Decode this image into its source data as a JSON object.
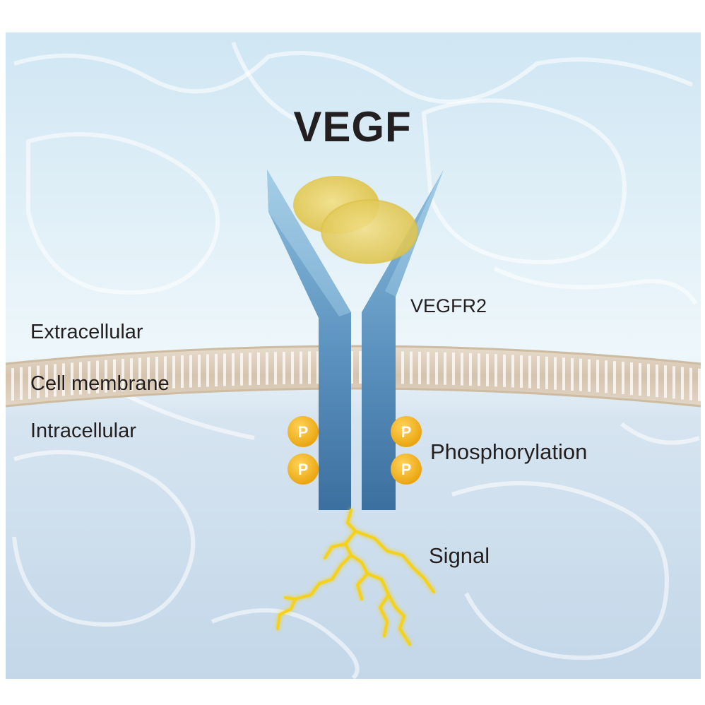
{
  "title": "VEGF",
  "labels": {
    "receptor": "VEGFR2",
    "extracellular": "Extracellular",
    "membrane": "Cell membrane",
    "intracellular": "Intracellular",
    "phosphorylation": "Phosphorylation",
    "signal": "Signal",
    "phosphate": "P"
  },
  "colors": {
    "extracellular_bg": "#d8ecf6",
    "intracellular_bg": "#ccddec",
    "membrane": "#d8c9b5",
    "receptor_top": "#a7cde6",
    "receptor_bottom": "#3f75a4",
    "ligand": "#e9d262",
    "phosphate": "#f2b321",
    "signal": "#f4d11d"
  }
}
